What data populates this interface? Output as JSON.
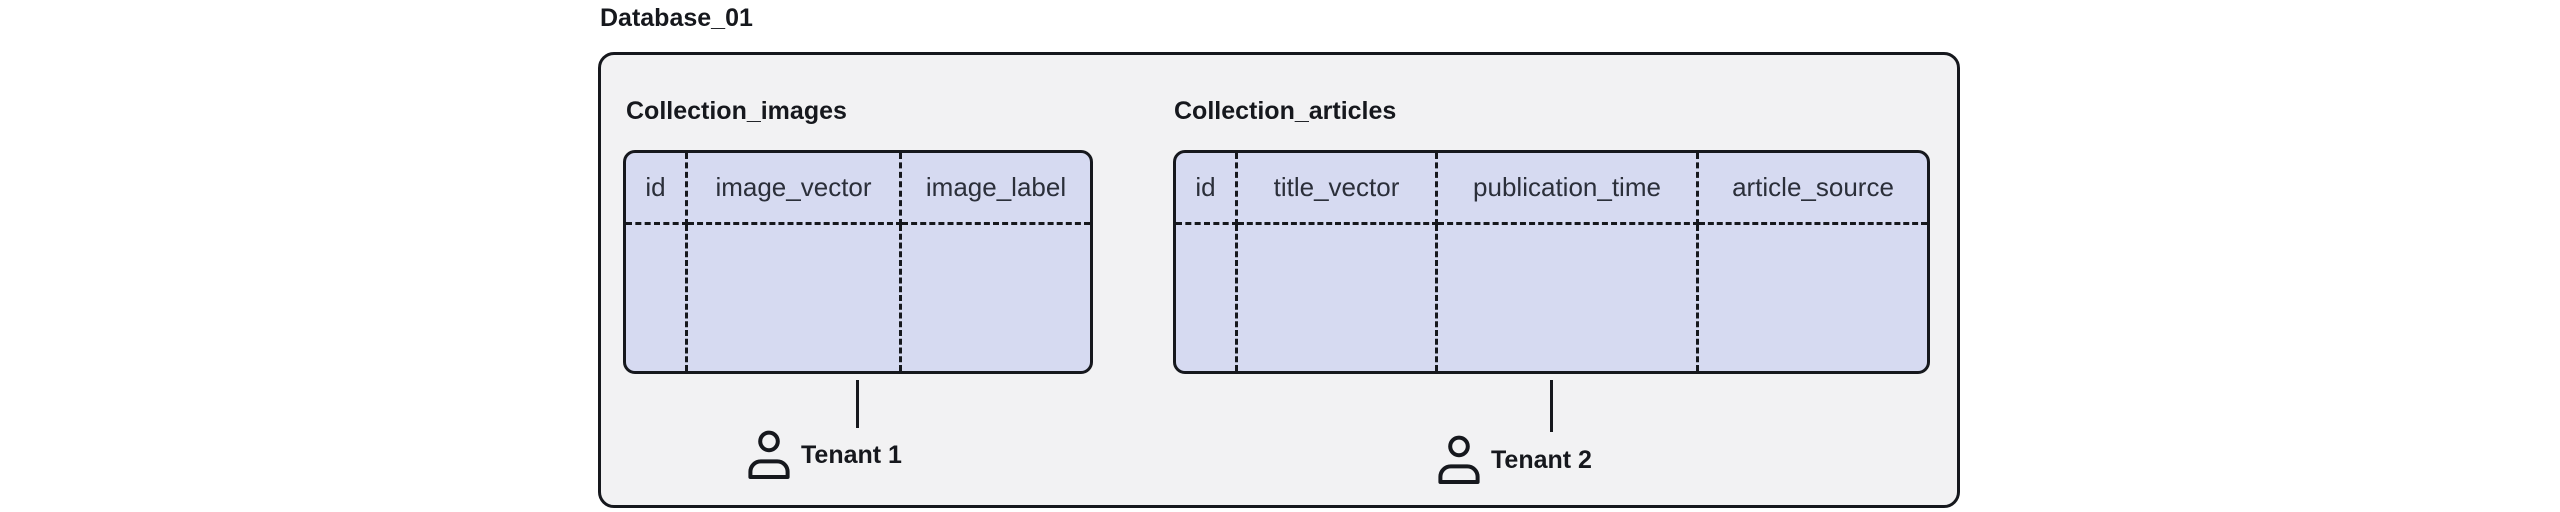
{
  "diagram": {
    "title": "Database_01",
    "collections": [
      {
        "name": "Collection_images",
        "columns": [
          "id",
          "image_vector",
          "image_label"
        ],
        "tenant": "Tenant 1"
      },
      {
        "name": "Collection_articles",
        "columns": [
          "id",
          "title_vector",
          "publication_time",
          "article_source"
        ],
        "tenant": "Tenant 2"
      }
    ],
    "colors": {
      "table_fill": "#d6daf1",
      "container_fill": "#f2f2f3",
      "border": "#16181d",
      "text": "#2b2f3a"
    }
  }
}
